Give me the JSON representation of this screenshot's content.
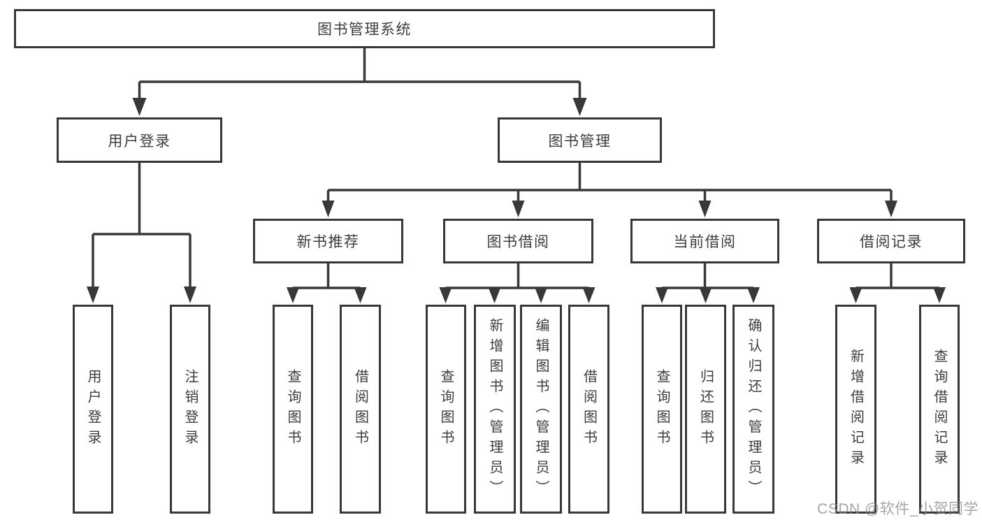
{
  "tree": {
    "root": {
      "label": "图书管理系统",
      "children": [
        {
          "label": "用户登录",
          "children": [
            {
              "label": "用户登录"
            },
            {
              "label": "注销登录"
            }
          ]
        },
        {
          "label": "图书管理",
          "children": [
            {
              "label": "新书推荐",
              "children": [
                {
                  "label": "查询图书"
                },
                {
                  "label": "借阅图书"
                }
              ]
            },
            {
              "label": "图书借阅",
              "children": [
                {
                  "label": "查询图书"
                },
                {
                  "label": "新增图书（管理员）"
                },
                {
                  "label": "编辑图书（管理员）"
                },
                {
                  "label": "借阅图书"
                }
              ]
            },
            {
              "label": "当前借阅",
              "children": [
                {
                  "label": "查询图书"
                },
                {
                  "label": "归还图书"
                },
                {
                  "label": "确认归还（管理员）"
                }
              ]
            },
            {
              "label": "借阅记录",
              "children": [
                {
                  "label": "新增借阅记录"
                },
                {
                  "label": "查询借阅记录"
                }
              ]
            }
          ]
        }
      ]
    }
  },
  "watermark": {
    "text": "CSDN @软件_小贺同学"
  },
  "colors": {
    "line": "#383838",
    "text": "#3d3d3d",
    "watermark": "#8c8c8c",
    "background": "#ffffff"
  }
}
